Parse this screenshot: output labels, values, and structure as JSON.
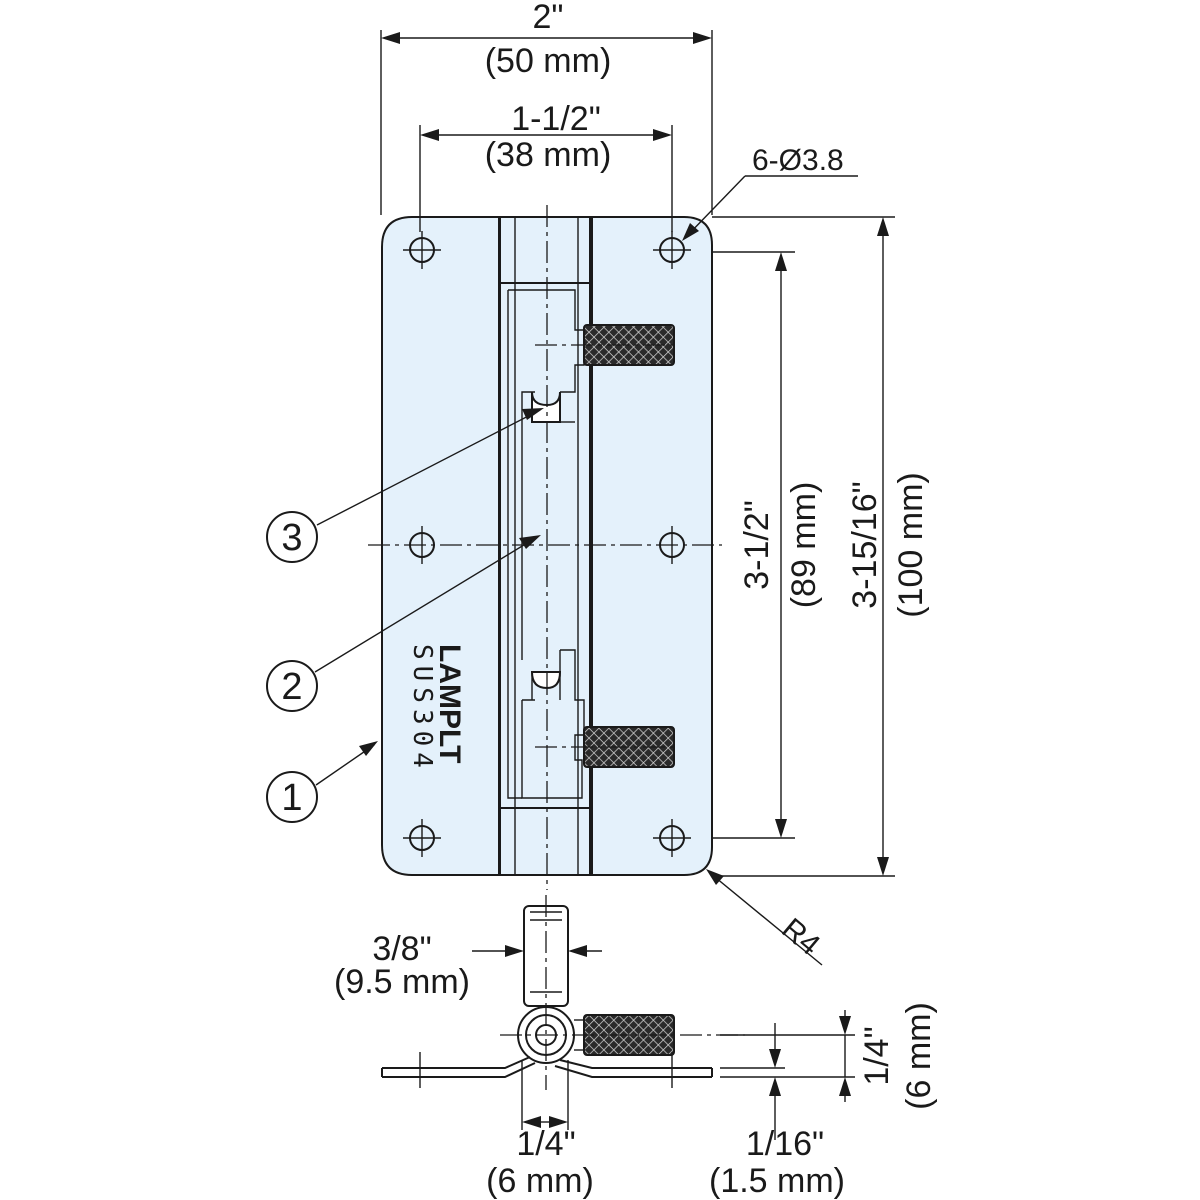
{
  "dimensions": {
    "overall_width": "2\"",
    "overall_width_mm": "(50 mm)",
    "hole_spacing_width": "1-1/2\"",
    "hole_spacing_width_mm": "(38 mm)",
    "hole_spec": "6-Ø3.8",
    "hole_spacing_height": "3-1/2\"",
    "hole_spacing_height_mm": "(89 mm)",
    "overall_height": "3-15/16\"",
    "overall_height_mm": "(100 mm)",
    "corner_radius": "R4",
    "pin_width": "3/8\"",
    "pin_width_mm": "(9.5 mm)",
    "knuckle_width": "1/4\"",
    "knuckle_width_mm": "(6 mm)",
    "thickness_total": "1/4\"",
    "thickness_total_mm": "(6 mm)",
    "plate_thickness": "1/16\"",
    "plate_thickness_mm": "(1.5 mm)"
  },
  "callouts": [
    "1",
    "2",
    "3"
  ],
  "marking": {
    "brand": "LAMPLT",
    "material": "SUS304"
  },
  "colors": {
    "plate_fill": "#e4f1fb",
    "line": "#1a1a1a",
    "knurl": "#222222"
  }
}
